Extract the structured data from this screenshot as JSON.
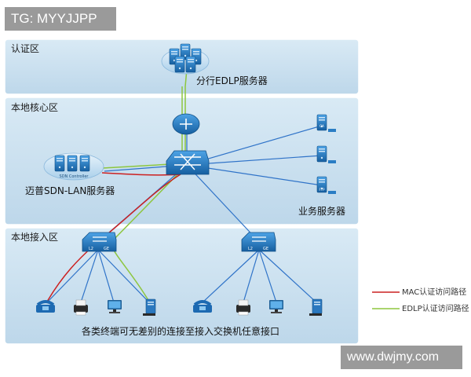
{
  "zones": {
    "auth": {
      "label": "认证区"
    },
    "core": {
      "label": "本地核心区"
    },
    "access": {
      "label": "本地接入区"
    }
  },
  "nodes": {
    "edlp_servers": {
      "label": "分行EDLP服务器"
    },
    "sdn_servers": {
      "label": "迈普SDN-LAN服务器",
      "cloud_text": "SDN Controller"
    },
    "business_servers": {
      "label": "业务服务器",
      "tags": [
        "OA",
        "",
        "FTP"
      ]
    },
    "access_switch_left": {
      "tags": [
        "L2",
        "GE"
      ]
    },
    "access_switch_right": {
      "tags": [
        "L2",
        "GE"
      ]
    }
  },
  "caption": "各类终端可无差别的连接至接入交换机任意接口",
  "legend": [
    {
      "label": "MAC认证访问路径",
      "color": "#cc2020"
    },
    {
      "label": "EDLP认证访问路径",
      "color": "#8dc63f"
    }
  ],
  "overlays": {
    "top_badge": "TG: MYYJJPP",
    "bottom_badge": "www.dwjmy.com"
  },
  "colors": {
    "zone_fill": "#cfe3f0",
    "device_blue": "#1a6fb5",
    "link_blue": "#2f73c8",
    "mac_path": "#cc2020",
    "edlp_path": "#8dc63f"
  }
}
